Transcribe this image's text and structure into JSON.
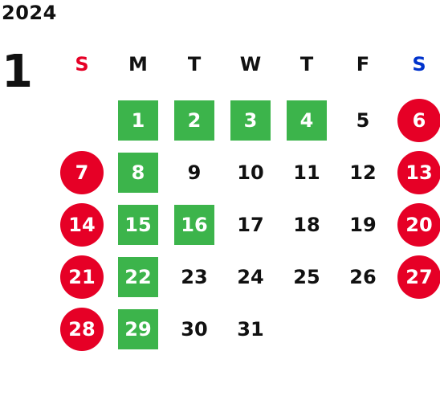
{
  "calendar": {
    "year": "2024",
    "month": "1",
    "colors": {
      "sunday_header": "#e60026",
      "saturday_header": "#0033cc",
      "weekday_header": "#111111",
      "highlight_green": "#3cb44b",
      "weekend_red": "#e60026",
      "text_white": "#ffffff"
    },
    "weekdays": [
      {
        "label": "S",
        "kind": "sunday"
      },
      {
        "label": "M",
        "kind": "weekday"
      },
      {
        "label": "T",
        "kind": "weekday"
      },
      {
        "label": "W",
        "kind": "weekday"
      },
      {
        "label": "T",
        "kind": "weekday"
      },
      {
        "label": "F",
        "kind": "weekday"
      },
      {
        "label": "S",
        "kind": "saturday"
      }
    ],
    "days": [
      {
        "label": "1",
        "style": "green"
      },
      {
        "label": "2",
        "style": "green"
      },
      {
        "label": "3",
        "style": "green"
      },
      {
        "label": "4",
        "style": "green"
      },
      {
        "label": "5",
        "style": "plain"
      },
      {
        "label": "6",
        "style": "red"
      },
      {
        "label": "7",
        "style": "red"
      },
      {
        "label": "8",
        "style": "green"
      },
      {
        "label": "9",
        "style": "plain"
      },
      {
        "label": "10",
        "style": "plain"
      },
      {
        "label": "11",
        "style": "plain"
      },
      {
        "label": "12",
        "style": "plain"
      },
      {
        "label": "13",
        "style": "red"
      },
      {
        "label": "14",
        "style": "red"
      },
      {
        "label": "15",
        "style": "green"
      },
      {
        "label": "16",
        "style": "green"
      },
      {
        "label": "17",
        "style": "plain"
      },
      {
        "label": "18",
        "style": "plain"
      },
      {
        "label": "19",
        "style": "plain"
      },
      {
        "label": "20",
        "style": "red"
      },
      {
        "label": "21",
        "style": "red"
      },
      {
        "label": "22",
        "style": "green"
      },
      {
        "label": "23",
        "style": "plain"
      },
      {
        "label": "24",
        "style": "plain"
      },
      {
        "label": "25",
        "style": "plain"
      },
      {
        "label": "26",
        "style": "plain"
      },
      {
        "label": "27",
        "style": "red"
      },
      {
        "label": "28",
        "style": "red"
      },
      {
        "label": "29",
        "style": "green"
      },
      {
        "label": "30",
        "style": "plain"
      },
      {
        "label": "31",
        "style": "plain"
      }
    ]
  }
}
